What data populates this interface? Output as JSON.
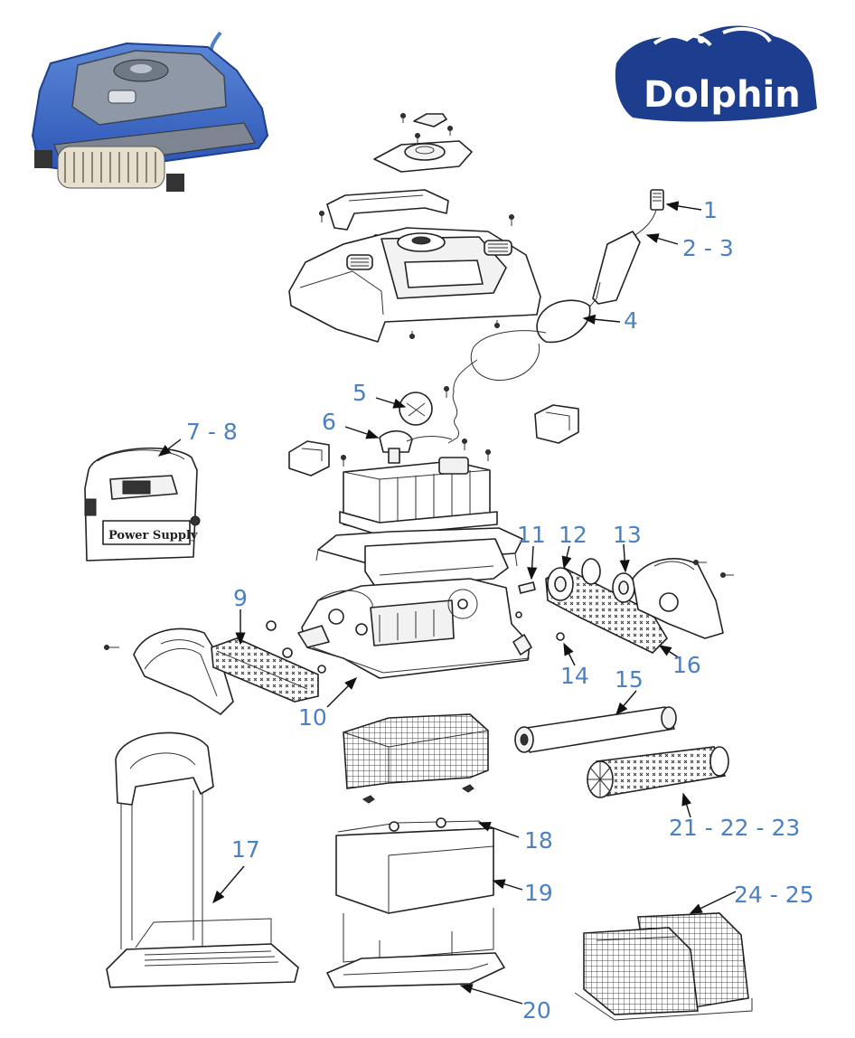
{
  "brand": {
    "name": "Dolphin",
    "color": "#1d3d8f"
  },
  "accent_color": "#4a80c4",
  "power_supply_label": "Power Supply",
  "callouts": [
    {
      "id": "1",
      "label": "1"
    },
    {
      "id": "2-3",
      "label": "2 - 3"
    },
    {
      "id": "4",
      "label": "4"
    },
    {
      "id": "5",
      "label": "5"
    },
    {
      "id": "6",
      "label": "6"
    },
    {
      "id": "7-8",
      "label": "7 - 8"
    },
    {
      "id": "9",
      "label": "9"
    },
    {
      "id": "10",
      "label": "10"
    },
    {
      "id": "11",
      "label": "11"
    },
    {
      "id": "12",
      "label": "12"
    },
    {
      "id": "13",
      "label": "13"
    },
    {
      "id": "14",
      "label": "14"
    },
    {
      "id": "15",
      "label": "15"
    },
    {
      "id": "16",
      "label": "16"
    },
    {
      "id": "17",
      "label": "17"
    },
    {
      "id": "18",
      "label": "18"
    },
    {
      "id": "19",
      "label": "19"
    },
    {
      "id": "20",
      "label": "20"
    },
    {
      "id": "21-22-23",
      "label": "21 - 22 - 23"
    },
    {
      "id": "24-25",
      "label": "24 - 25"
    }
  ]
}
